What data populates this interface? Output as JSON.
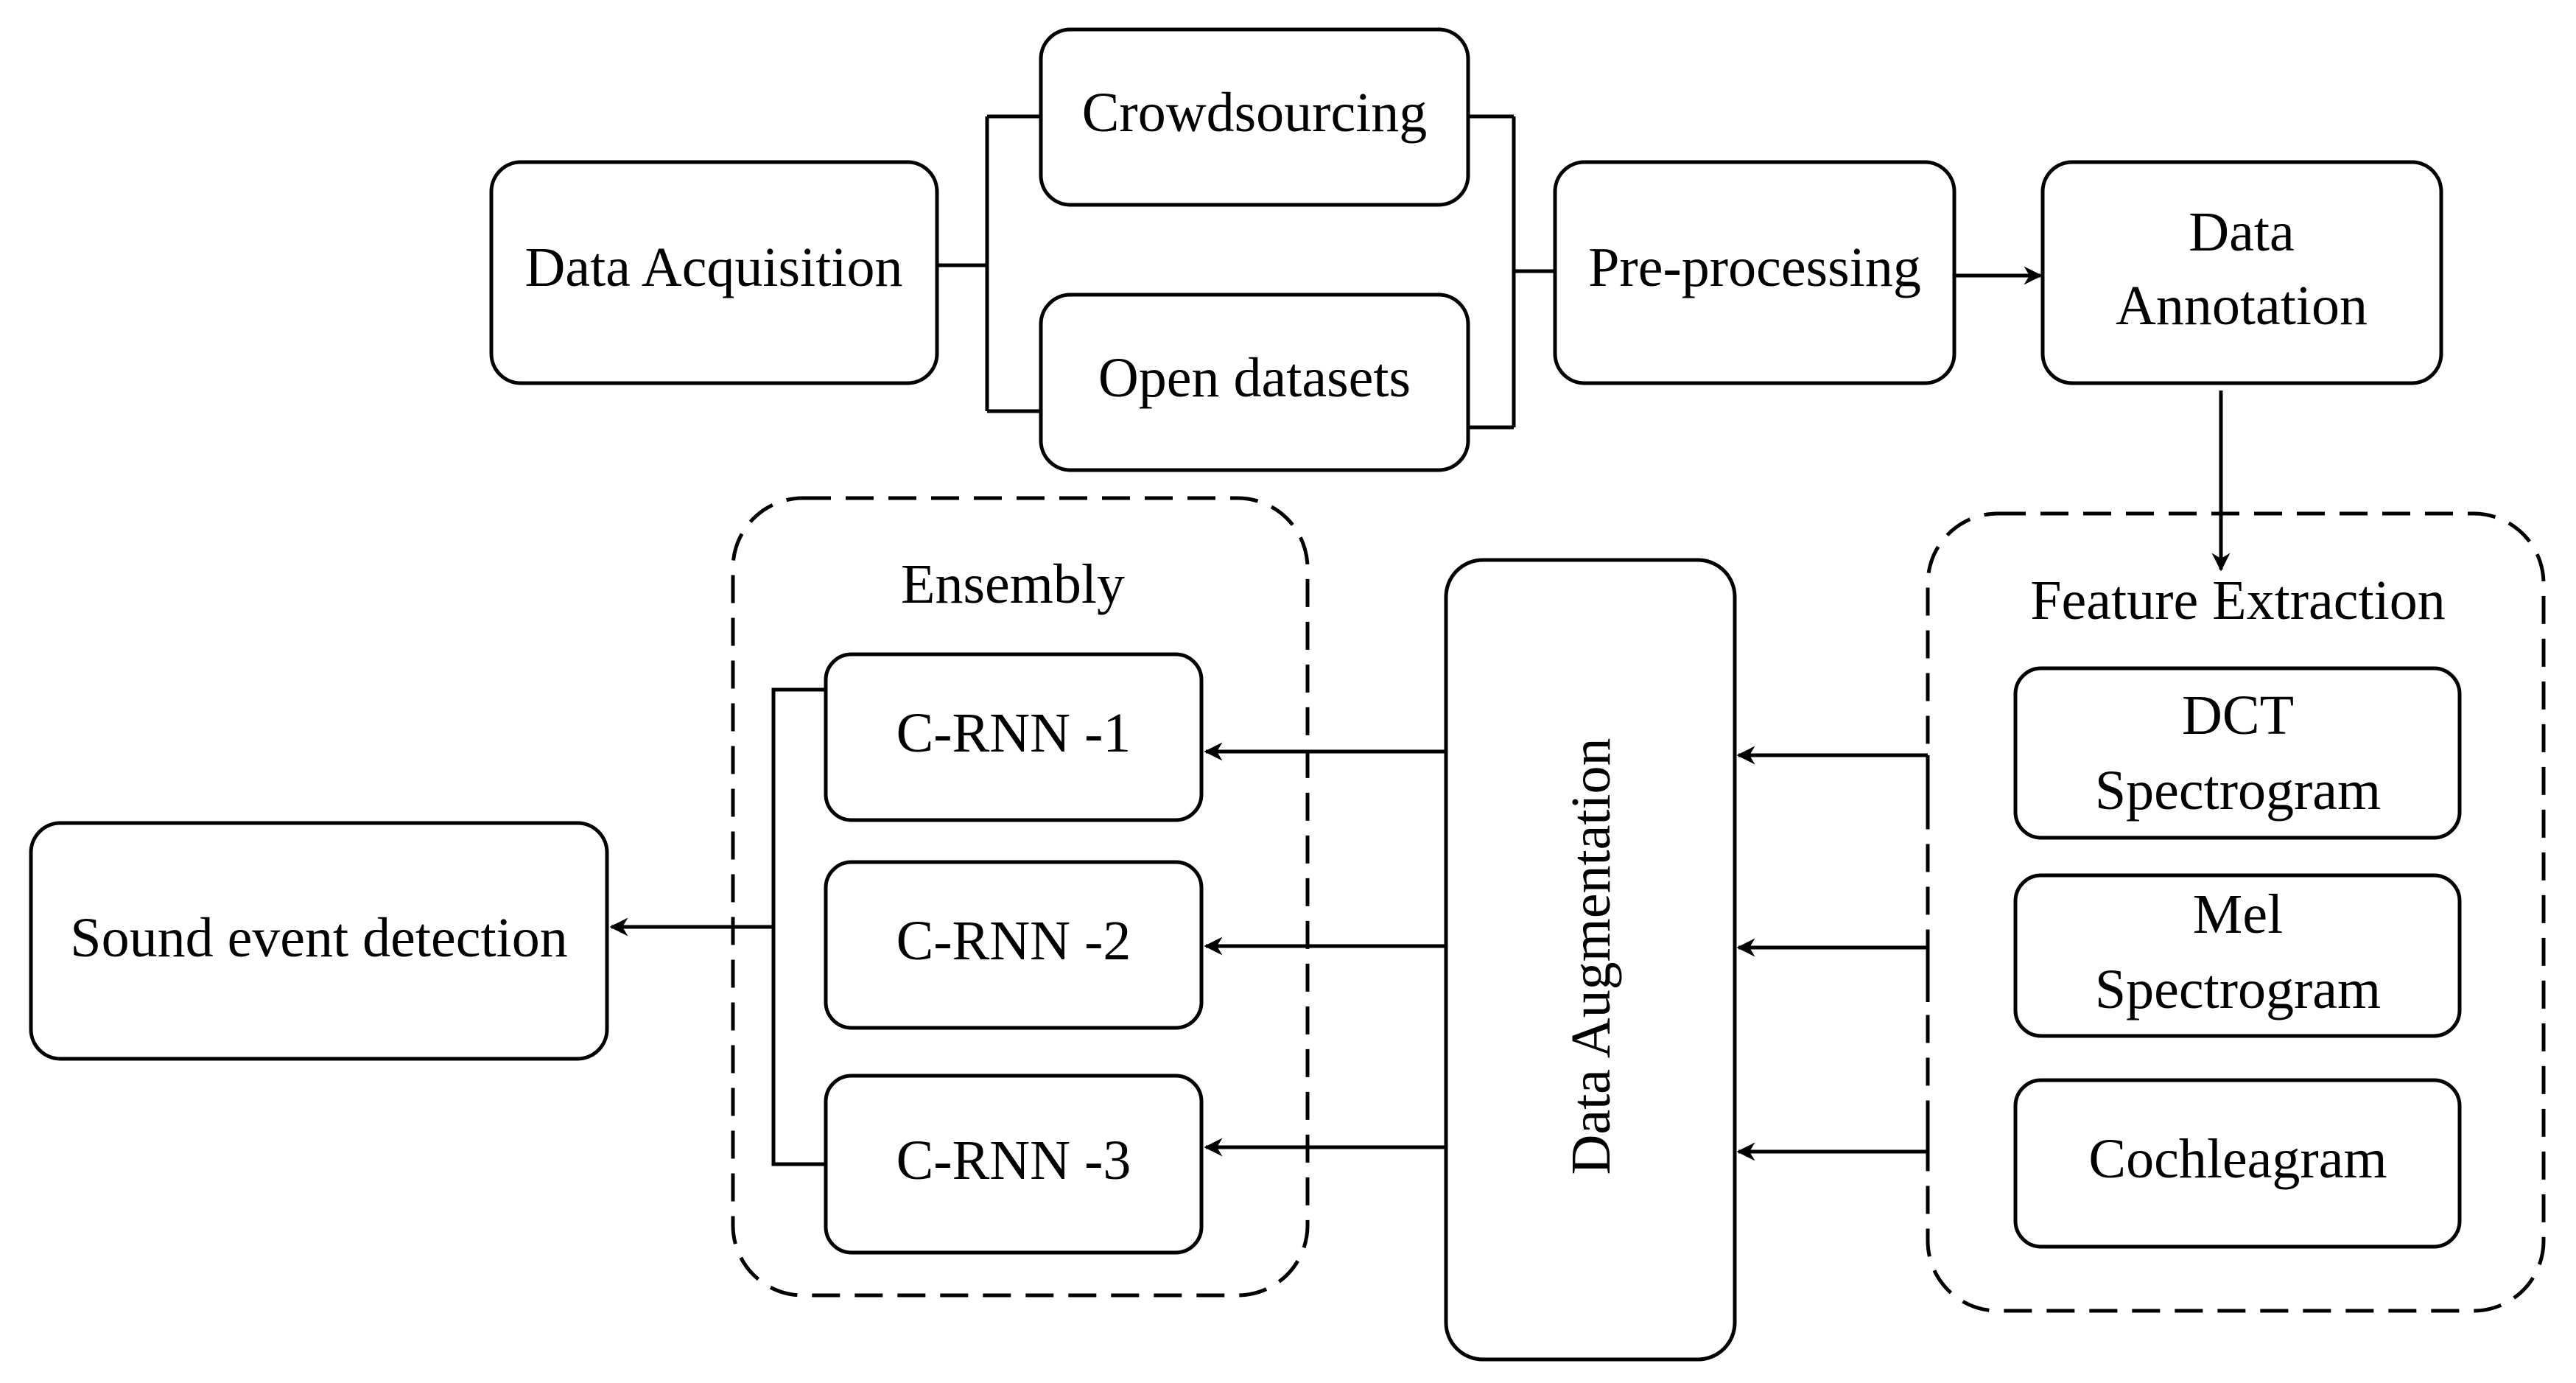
{
  "nodes": {
    "data_acquisition": {
      "label": "Data Acquisition"
    },
    "crowdsourcing": {
      "label": "Crowdsourcing"
    },
    "open_datasets": {
      "label": "Open datasets"
    },
    "pre_processing": {
      "label": "Pre-processing"
    },
    "data_annotation": {
      "line1": "Data",
      "line2": "Annotation"
    },
    "data_augmentation": {
      "label": "Data Augmentation"
    },
    "crnn_1": {
      "label": "C-RNN -1"
    },
    "crnn_2": {
      "label": "C-RNN -2"
    },
    "crnn_3": {
      "label": "C-RNN -3"
    },
    "sound_event_detection": {
      "label": "Sound event detection"
    },
    "dct_spectrogram": {
      "line1": "DCT",
      "line2": "Spectrogram"
    },
    "mel_spectrogram": {
      "line1": "Mel",
      "line2": "Spectrogram"
    },
    "cochleagram": {
      "label": "Cochleagram"
    }
  },
  "groups": {
    "ensembly": {
      "label": "Ensembly"
    },
    "feature_extraction": {
      "label": "Feature Extraction"
    }
  }
}
